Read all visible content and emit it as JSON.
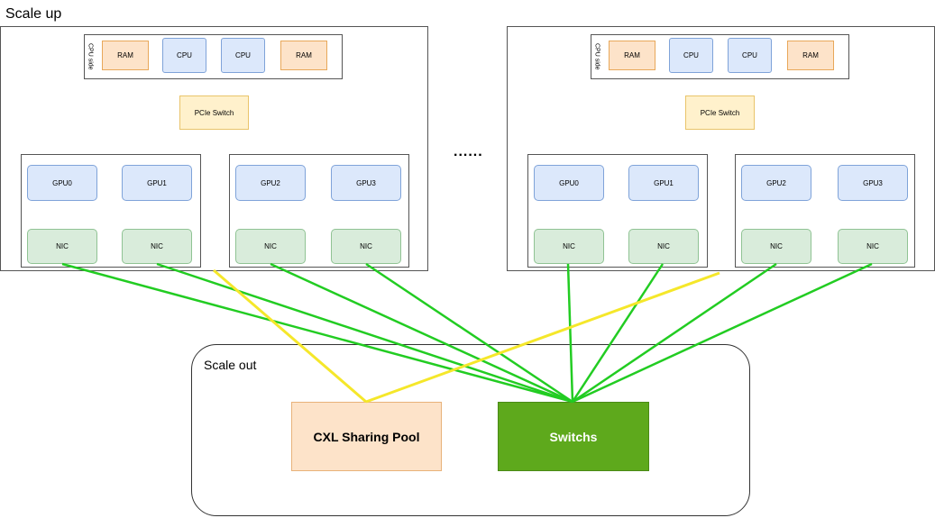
{
  "labels": {
    "scale_up": "Scale up",
    "scale_out": "Scale out",
    "ellipsis": "......",
    "cpu_side": "CPU side",
    "ram": "RAM",
    "cpu": "CPU",
    "pcie_switch": "PCIe Switch",
    "gpu0": "GPU0",
    "gpu1": "GPU1",
    "gpu2": "GPU2",
    "gpu3": "GPU3",
    "nic": "NIC",
    "cxl_pool": "CXL Sharing Pool",
    "switchs": "Switchs"
  },
  "colors": {
    "green_link": "#22cc22",
    "yellow_link": "#f5e72a",
    "switch_fill": "#5ea91c",
    "cxl_fill": "#fde3c9"
  }
}
